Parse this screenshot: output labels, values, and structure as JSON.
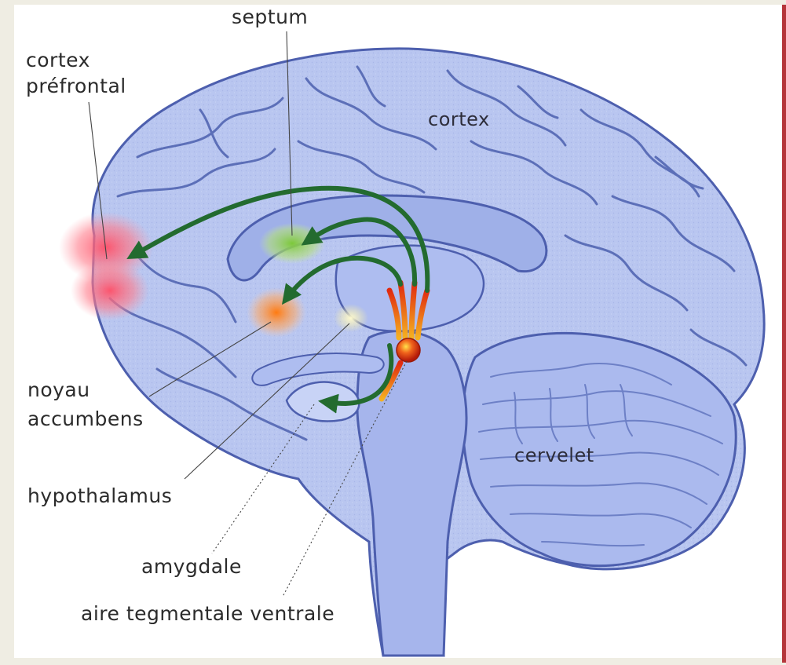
{
  "labels": {
    "septum": "septum",
    "cortex_prefrontal_1": "cortex",
    "cortex_prefrontal_2": "préfrontal",
    "cortex": "cortex",
    "noyau_1": "noyau",
    "noyau_2": "accumbens",
    "hypothalamus": "hypothalamus",
    "amygdale": "amygdale",
    "vta": "aire tegmentale ventrale",
    "cervelet": "cervelet"
  },
  "colors": {
    "brain_fill": "#b9c6f0",
    "brain_outline": "#4d5fae",
    "inner_fill": "#9fb0e8",
    "arrow": "#236b2f",
    "prefrontal_glow": "#ff5a6e",
    "septum_glow": "#8fd24a",
    "accumbens_glow": "#ff8a24",
    "hypothalamus_glow": "#fff3a0",
    "vta_source": "#e63a12",
    "frame_accent": "#b5353a"
  }
}
